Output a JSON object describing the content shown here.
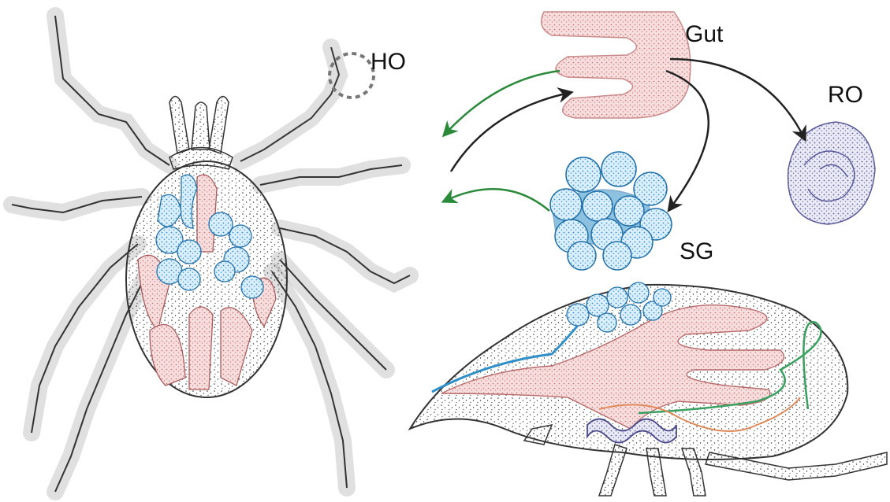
{
  "labels": {
    "ho": "HO",
    "gut": "Gut",
    "ro": "RO",
    "sg": "SG"
  },
  "colors": {
    "gut": "#c98a8a",
    "salivary_gland": "#2f8fc8",
    "rectal_organ": "#5a5a9a",
    "arrow_black": "#222222",
    "arrow_green": "#2a8a3a",
    "outline": "#333333"
  }
}
